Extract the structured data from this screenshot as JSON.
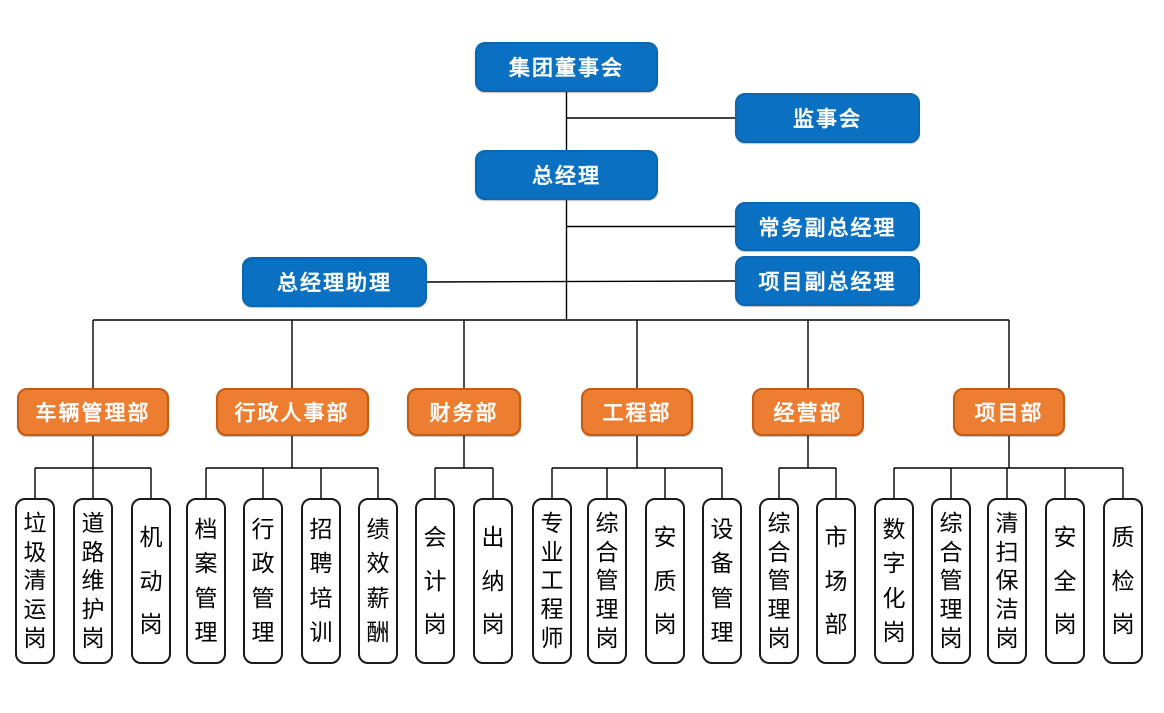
{
  "chart_title": "",
  "colors": {
    "executive_fill": "#0a70c2",
    "executive_border": "#0a66b0",
    "executive_text": "#ffffff",
    "department_fill": "#ed7d31",
    "department_border": "#c55a11",
    "department_text": "#ffffff",
    "position_fill": "#ffffff",
    "position_border": "#1a1a1a",
    "position_text": "#000000",
    "connector_line": "#000000",
    "background": "#ffffff"
  },
  "executives": [
    {
      "id": "board",
      "label": "集团董事会"
    },
    {
      "id": "supervisory-board",
      "label": "监事会"
    },
    {
      "id": "general-manager",
      "label": "总经理"
    },
    {
      "id": "executive-deputy-gm",
      "label": "常务副总经理"
    },
    {
      "id": "gm-assistant",
      "label": "总经理助理"
    },
    {
      "id": "project-deputy-gm",
      "label": "项目副总经理"
    }
  ],
  "departments": [
    {
      "label": "车辆管理部",
      "positions": [
        "垃圾清运岗",
        "道路维护岗",
        "机动岗"
      ]
    },
    {
      "label": "行政人事部",
      "positions": [
        "档案管理",
        "行政管理",
        "招聘培训",
        "绩效薪酬"
      ]
    },
    {
      "label": "财务部",
      "positions": [
        "会计岗",
        "出纳岗"
      ]
    },
    {
      "label": "工程部",
      "positions": [
        "专业工程师",
        "综合管理岗",
        "安质岗",
        "设备管理"
      ]
    },
    {
      "label": "经营部",
      "positions": [
        "综合管理岗",
        "市场部"
      ]
    },
    {
      "label": "项目部",
      "positions": [
        "数字化岗",
        "综合管理岗",
        "清扫保洁岗",
        "安全岗",
        "质检岗"
      ]
    }
  ]
}
